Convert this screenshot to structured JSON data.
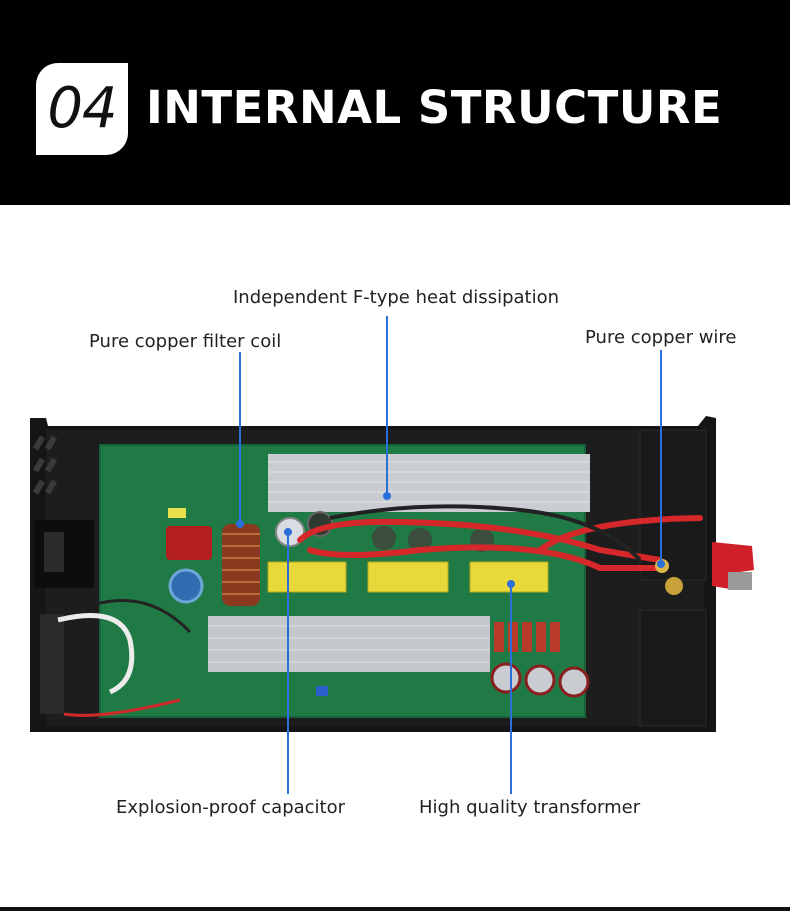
{
  "header": {
    "number": "04",
    "title": "INTERNAL STRUCTURE"
  },
  "callouts": {
    "heat_dissipation": "Independent F-type heat dissipation",
    "filter_coil": "Pure copper filter coil",
    "copper_wire": "Pure copper wire",
    "capacitor": "Explosion-proof capacitor",
    "transformer": "High quality transformer"
  },
  "colors": {
    "banner": "#000000",
    "accent_line": "#2a6fdb",
    "pcb": "#1f7a45",
    "heatsink": "#c9ccd0",
    "casing": "#151515",
    "wire_red": "#d6282a",
    "transformer_yellow": "#e9d83a"
  }
}
